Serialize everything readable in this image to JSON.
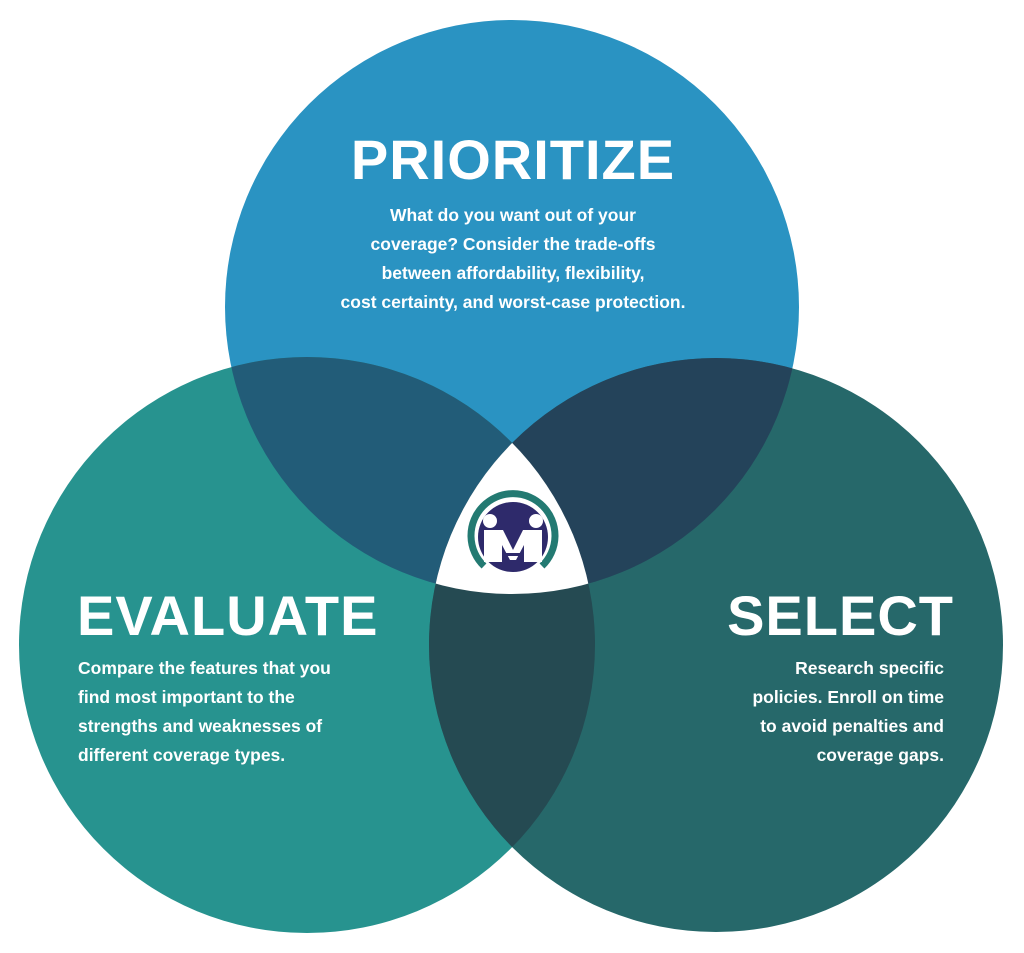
{
  "diagram": {
    "type": "venn",
    "colors": {
      "prioritize": "#2a93c2",
      "evaluate": "#27938f",
      "select": "#26686a",
      "prioritize_evaluate_overlap": "#225c78",
      "prioritize_select_overlap": "#24435a",
      "evaluate_select_overlap": "#254a52",
      "center": "#ffffff",
      "logo_ring": "#237a72",
      "logo_fill": "#2e2a6b"
    },
    "circles": [
      {
        "id": "prioritize",
        "title": "PRIORITIZE",
        "description_lines": [
          "What do you want out of your",
          "coverage? Consider the trade-offs",
          "between affordability, flexibility,",
          "cost certainty, and worst-case protection."
        ]
      },
      {
        "id": "evaluate",
        "title": "EVALUATE",
        "description_lines": [
          "Compare the features that you",
          "find most important to the",
          "strengths and weaknesses of",
          "different coverage types."
        ]
      },
      {
        "id": "select",
        "title": "SELECT",
        "description_lines": [
          "Research specific",
          "policies. Enroll on time",
          "to avoid penalties and",
          "coverage gaps."
        ]
      }
    ],
    "center_logo": "m-people-logo-icon"
  }
}
